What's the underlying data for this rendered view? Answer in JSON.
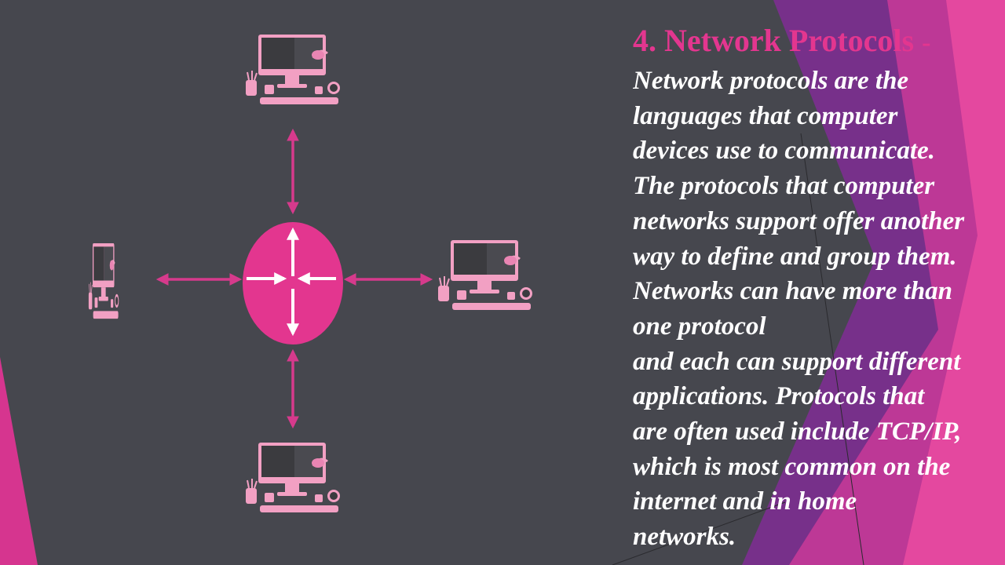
{
  "slide": {
    "title": "4. Network Protocols",
    "title_separator": "-",
    "body_lines": [
      "Network protocols are the",
      "languages that computer",
      "devices use to communicate.",
      "The protocols that computer",
      "networks support offer another",
      "way to define and group them.",
      "Networks can have more than",
      "one protocol",
      "and each can support different",
      "applications. Protocols that",
      "are often used include TCP/IP,",
      "which is most common on the",
      "internet and in home",
      "networks."
    ]
  },
  "diagram": {
    "hub": "hub-icon",
    "nodes": [
      "computer-top",
      "computer-left",
      "computer-right",
      "computer-bottom"
    ],
    "links": [
      "hub-computer-top",
      "hub-computer-left",
      "hub-computer-right",
      "hub-computer-bottom"
    ]
  },
  "colors": {
    "background": "#46474e",
    "accent": "#e3368f",
    "arrow": "#d63a8c",
    "computer": "#f2a0c3",
    "screen": "#3b3b3f",
    "text": "#ffffff",
    "decor_purple": "#7c2f8f",
    "decor_pink": "#e84aa0"
  }
}
